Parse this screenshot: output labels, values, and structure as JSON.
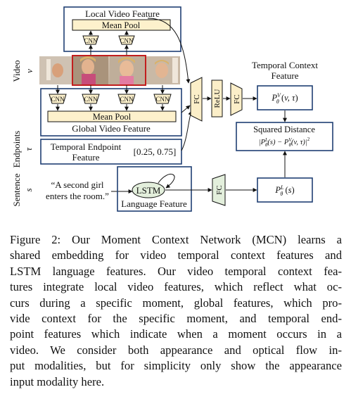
{
  "diagram": {
    "local_video_feature": "Local Video Feature",
    "mean_pool_top": "Mean Pool",
    "cnn": "CNN",
    "video_label": "Video",
    "video_var": "v",
    "mean_pool_bottom": "Mean Pool",
    "global_video_feature": "Global Video Feature",
    "endpoints_label": "Endpoints",
    "endpoints_var": "τ",
    "temporal_endpoint_feature_line1": "Temporal Endpoint",
    "temporal_endpoint_feature_line2": "Feature",
    "endpoint_values": "[0.25, 0.75]",
    "sentence_label": "Sentence",
    "sentence_var": "s",
    "sentence_text_line1": "“A second girl",
    "sentence_text_line2": "enters the room.”",
    "lstm": "LSTM",
    "language_feature": "Language Feature",
    "fc": "FC",
    "relu": "ReLU",
    "temporal_context_feature_line1": "Temporal Context",
    "temporal_context_feature_line2": "Feature",
    "pv_formula": "P_θ^V(v, τ)",
    "squared_distance": "Squared Distance",
    "distance_formula": "|P_θ^L(s) − P_θ^V(v, τ)|²",
    "pl_formula": "P_θ^L(s)"
  },
  "caption": {
    "lines": [
      "Figure 2: Our Moment Context Network (MCN) learns a",
      "shared embedding for video temporal context features and",
      "LSTM language features. Our video temporal context fea-",
      "tures integrate local video features, which reflect what oc-",
      "curs during a specific moment, global features, which pro-",
      "vide context for the specific moment, and temporal end-",
      "point features which indicate when a moment occurs in a",
      "video. We consider both appearance and optical flow in-",
      "put modalities, but for simplicity only show the appearance",
      "input modality here."
    ]
  },
  "colors": {
    "box_border": "#1f3f73",
    "pool_fill": "#fdf1cc",
    "fc_fill": "#fbeec8",
    "lstm_fill": "#e3efdc",
    "fc_green_fill": "#e3efdc",
    "highlight_frame": "#c21e1e"
  }
}
